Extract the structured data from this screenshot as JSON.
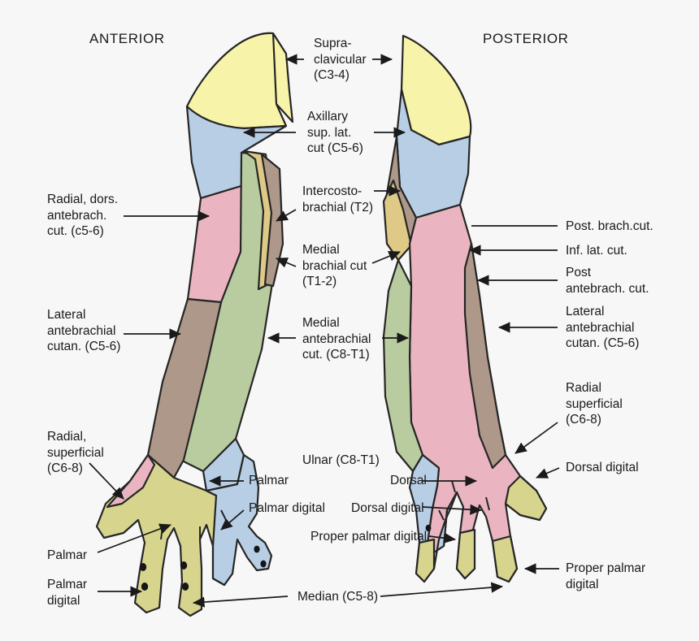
{
  "figure": {
    "title_left": "ANTERIOR",
    "title_right": "POSTERIOR",
    "background": "#f7f7f7",
    "outline_color": "#262626",
    "text_color": "#1a1a1a"
  },
  "palette": {
    "supraclavicular_yellow": "#f7f3a8",
    "axillary_blue": "#b7cee5",
    "intercostobrachial_taupe": "#ae9889",
    "medial_brachial_gold": "#dfc987",
    "radial_dorsal_pink": "#eab4c0",
    "lateral_antebrachial_green": "#b8cca0",
    "median_khaki": "#d7d48e",
    "ulnar_blue": "#b7cee5",
    "posterior_pink": "#eab4c0"
  },
  "labels": {
    "left": [
      {
        "id": "radial-dorsal-antebrach",
        "lines": [
          "Radial, dors.",
          "antebrach.",
          "cut. (c5-6)"
        ]
      },
      {
        "id": "lateral-antebrachial-cutan",
        "lines": [
          "Lateral",
          "antebrachial",
          "cutan. (C5-6)"
        ]
      },
      {
        "id": "radial-superficial",
        "lines": [
          "Radial,",
          "superficial",
          "(C6-8)"
        ]
      },
      {
        "id": "palmar",
        "lines": [
          "Palmar"
        ]
      },
      {
        "id": "palmar-digital",
        "lines": [
          "Palmar",
          "digital"
        ]
      }
    ],
    "center": [
      {
        "id": "supraclavicular",
        "lines": [
          "Supra-",
          "clavicular",
          "(C3-4)"
        ]
      },
      {
        "id": "axillary-sup-lat-cut",
        "lines": [
          "Axillary",
          "sup. lat.",
          "cut (C5-6)"
        ]
      },
      {
        "id": "intercostobrachial",
        "lines": [
          "Intercosto-",
          "brachial (T2)"
        ]
      },
      {
        "id": "medial-brachial-cut",
        "lines": [
          "Medial",
          "brachial cut",
          "(T1-2)"
        ]
      },
      {
        "id": "medial-antebrachial-cut",
        "lines": [
          "Medial",
          "antebrachial",
          "cut. (C8-T1)"
        ]
      },
      {
        "id": "ulnar",
        "lines": [
          "Ulnar (C8-T1)"
        ]
      },
      {
        "id": "palmar-center",
        "lines": [
          "Palmar"
        ]
      },
      {
        "id": "palmar-digital-center",
        "lines": [
          "Palmar digital"
        ]
      },
      {
        "id": "dorsal",
        "lines": [
          "Dorsal"
        ]
      },
      {
        "id": "dorsal-digital-center",
        "lines": [
          "Dorsal digital"
        ]
      },
      {
        "id": "proper-palmar-digital-center",
        "lines": [
          "Proper palmar digital"
        ]
      },
      {
        "id": "median",
        "lines": [
          "Median (C5-8)"
        ]
      }
    ],
    "right": [
      {
        "id": "post-brach-cut",
        "lines": [
          "Post. brach.cut."
        ]
      },
      {
        "id": "inf-lat-cut",
        "lines": [
          "Inf. lat. cut."
        ]
      },
      {
        "id": "post-antebrach-cut",
        "lines": [
          "Post",
          "antebrach. cut."
        ]
      },
      {
        "id": "lateral-antebrachial-cutan-r",
        "lines": [
          "Lateral",
          "antebrachial",
          "cutan. (C5-6)"
        ]
      },
      {
        "id": "radial-superficial-r",
        "lines": [
          "Radial",
          "superficial",
          "(C6-8)"
        ]
      },
      {
        "id": "dorsal-digital-r",
        "lines": [
          "Dorsal digital"
        ]
      },
      {
        "id": "proper-palmar-digital-r",
        "lines": [
          "Proper palmar",
          "digital"
        ]
      }
    ]
  }
}
